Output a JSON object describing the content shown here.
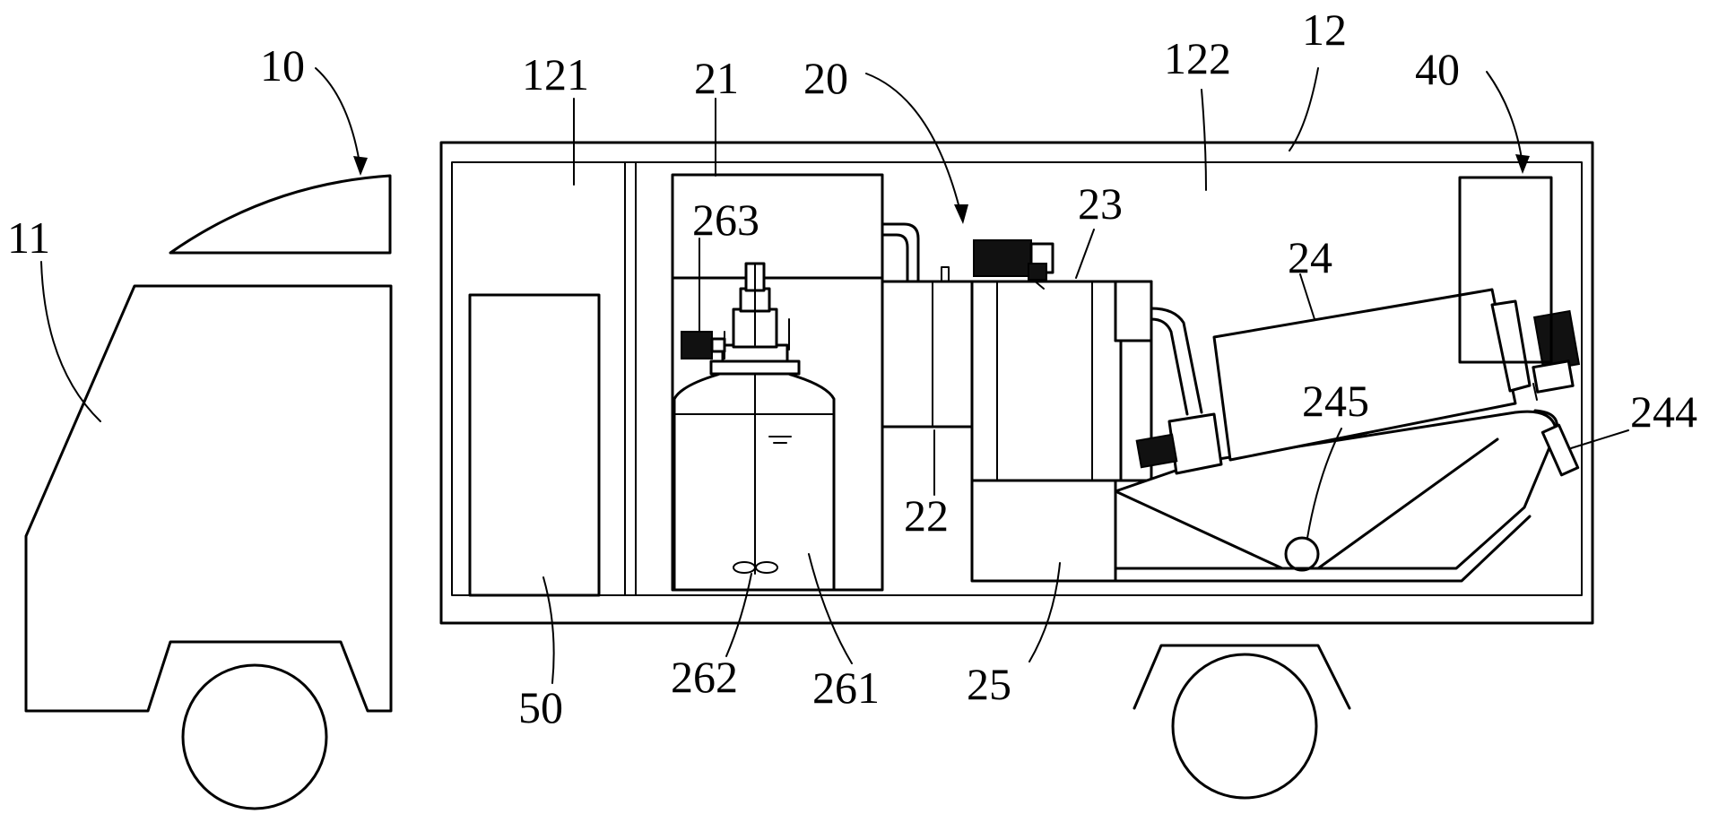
{
  "labels": {
    "l10": "10",
    "l11": "11",
    "l12": "12",
    "l20": "20",
    "l21": "21",
    "l22": "22",
    "l23": "23",
    "l24": "24",
    "l25": "25",
    "l40": "40",
    "l50": "50",
    "l121": "121",
    "l122": "122",
    "l244": "244",
    "l245": "245",
    "l261": "261",
    "l262": "262",
    "l263": "263"
  }
}
